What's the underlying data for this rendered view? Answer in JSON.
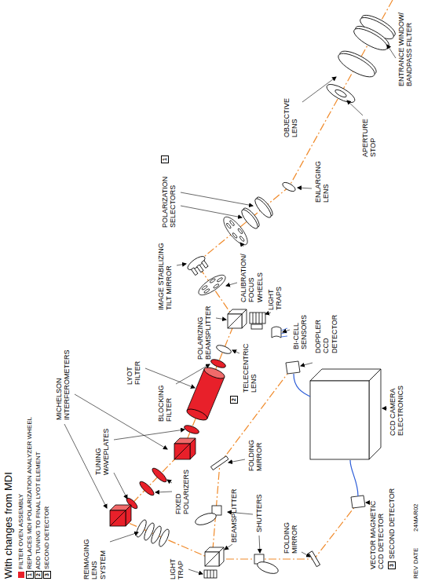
{
  "diagram": {
    "labels": [
      "ENTRANCE WINDOW/ BANDPASS FILTER",
      "OBJECTIVE LENS",
      "APERTURE STOP",
      "ENLARGING LENS",
      "POLARIZATION SELECTORS",
      "1",
      "CALIBRATION/ FOCUS WHEELS",
      "IMAGE STABILIZING TILT MIRROR",
      "LIGHT TRAPS",
      "BI-CELL SENSORS",
      "POLARIZING BEAMSPLITTER",
      "TELECENTRIC LENS",
      "LYOT FILTER",
      "BLOCKING FILTER",
      "2",
      "TUNING WAVEPLATES",
      "MICHELSON INTERFEROMETERS",
      "FIXED POLARIZERS",
      "REIMAGING LENS SYSTEM",
      "LIGHT TRAP",
      "BEAMSPLITTER",
      "SHUTTERS",
      "FOLDING MIRROR",
      "FOLDING MIRROR",
      "DOPPLER CCD DETECTOR",
      "CCD CAMERA ELECTRONICS",
      "VECTOR MAGNETIC CCD DETECTOR",
      "3",
      "SECOND DETECTOR",
      "With changes from MDI",
      "1",
      "2",
      "3",
      "REV DATE",
      "24MAR02"
    ],
    "legend": [
      {
        "text": "FILTER OVEN ASSEMBLY",
        "color": "#e8202a"
      },
      {
        "text": "REPLACES MDI POLARIZATION ANALYZER WHEEL"
      },
      {
        "text": "ADD TUNING TO FINAL LYOT ELEMENT"
      },
      {
        "text": "SECOND DETECTOR"
      }
    ]
  }
}
